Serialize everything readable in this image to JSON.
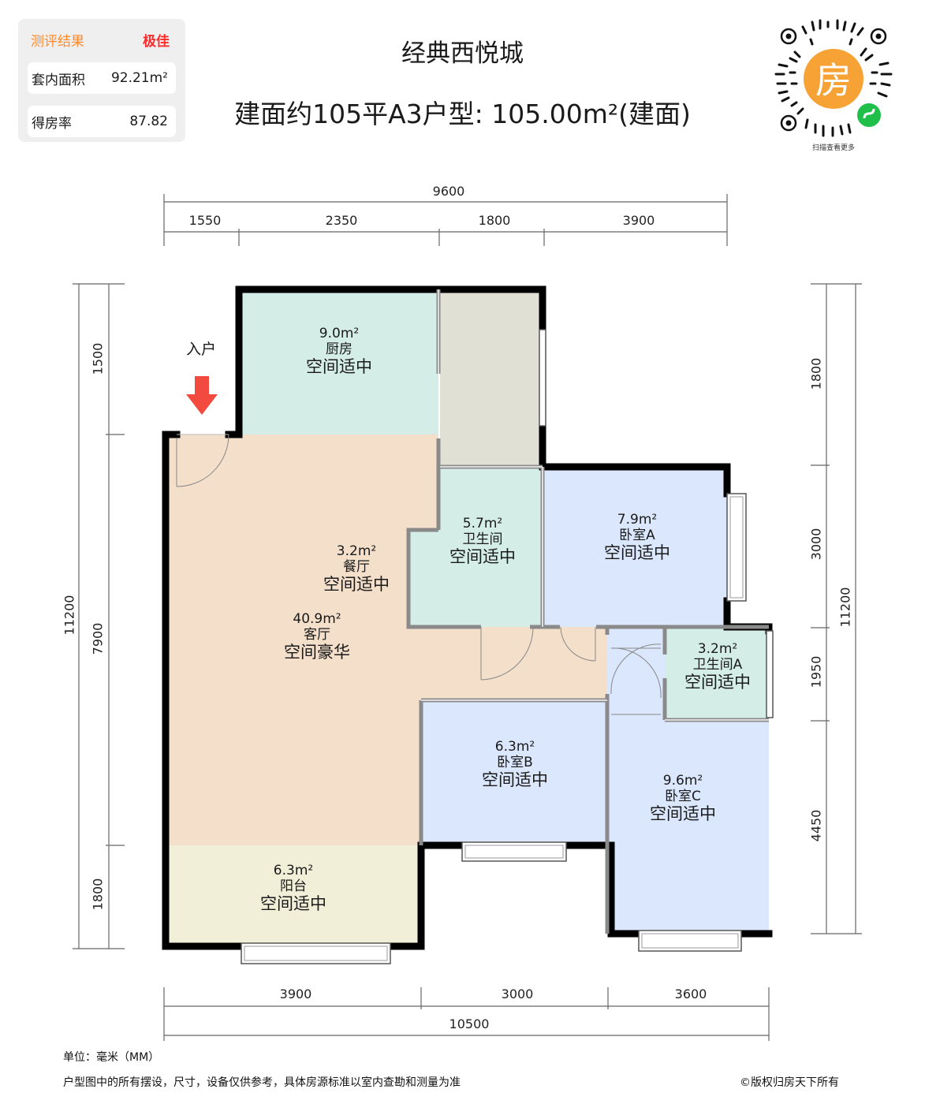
{
  "score_card": {
    "header_label": "测评结果",
    "header_value": "极佳",
    "rows": [
      {
        "label": "套内面积",
        "value": "92.21m²"
      },
      {
        "label": "得房率",
        "value": "87.82"
      }
    ]
  },
  "title": {
    "project": "经典西悦城",
    "layout": "建面约105平A3户型: 105.00m²(建面)"
  },
  "qr": {
    "center_char": "房",
    "caption": "扫描查看更多"
  },
  "entry": {
    "label": "入户"
  },
  "rooms": [
    {
      "id": "kitchen",
      "area": "9.0m²",
      "name": "厨房",
      "rating": "空间适中"
    },
    {
      "id": "dining",
      "area": "3.2m²",
      "name": "餐厅",
      "rating": "空间适中"
    },
    {
      "id": "living",
      "area": "40.9m²",
      "name": "客厅",
      "rating": "空间豪华"
    },
    {
      "id": "bathroom",
      "area": "5.7m²",
      "name": "卫生间",
      "rating": "空间适中"
    },
    {
      "id": "bedroom_a",
      "area": "7.9m²",
      "name": "卧室A",
      "rating": "空间适中"
    },
    {
      "id": "bathroom_a",
      "area": "3.2m²",
      "name": "卫生间A",
      "rating": "空间适中"
    },
    {
      "id": "bedroom_b",
      "area": "6.3m²",
      "name": "卧室B",
      "rating": "空间适中"
    },
    {
      "id": "bedroom_c",
      "area": "9.6m²",
      "name": "卧室C",
      "rating": "空间适中"
    },
    {
      "id": "balcony",
      "area": "6.3m²",
      "name": "阳台",
      "rating": "空间适中"
    }
  ],
  "dimensions": {
    "top_total": "9600",
    "top_segments": [
      "1550",
      "2350",
      "1800",
      "3900"
    ],
    "bottom_segments": [
      "3900",
      "3000",
      "3600"
    ],
    "bottom_total": "10500",
    "left_total": "11200",
    "left_segments": [
      "1500",
      "7900",
      "1800"
    ],
    "right_segments": [
      "1800",
      "3000",
      "1950",
      "4450"
    ],
    "right_total": "11200"
  },
  "colors": {
    "kitchen": "#d4ede6",
    "living": "#f3dfca",
    "balcony": "#f2efd9",
    "bath": "#d4ede6",
    "bedroom": "#dae7fd",
    "storage": "#e1e0d5",
    "wall": "#000000",
    "entry_arrow": "#f24a3f",
    "qr_orange": "#f7a234",
    "qr_green": "#1fbf4a"
  },
  "footer": {
    "unit": "单位：毫米（MM）",
    "disclaimer": "户型图中的所有摆设，尺寸，设备仅供参考，具体房源标准以室内查勘和测量为准",
    "copyright": "©版权归房天下所有"
  }
}
